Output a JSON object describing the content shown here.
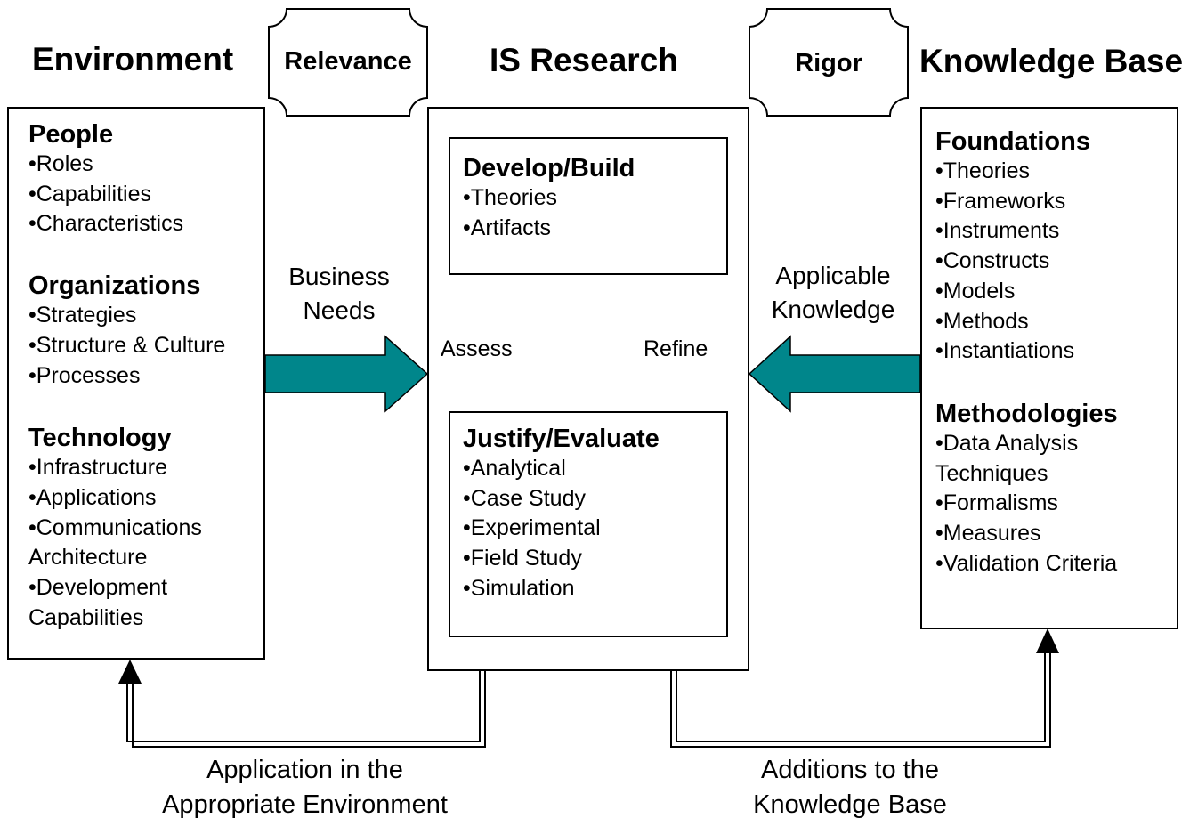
{
  "headers": {
    "environment": "Environment",
    "is_research": "IS Research",
    "knowledge_base": "Knowledge Base"
  },
  "tags": {
    "relevance": "Relevance",
    "rigor": "Rigor"
  },
  "environment_box": {
    "sections": [
      {
        "title": "People",
        "items": [
          "•Roles",
          "•Capabilities",
          "•Characteristics"
        ]
      },
      {
        "title": "Organizations",
        "items": [
          "•Strategies",
          "•Structure & Culture",
          "•Processes"
        ]
      },
      {
        "title": "Technology",
        "items": [
          "•Infrastructure",
          "•Applications",
          "•Communications Architecture",
          "•Development Capabilities"
        ]
      }
    ]
  },
  "develop_box": {
    "title": "Develop/Build",
    "items": [
      "•Theories",
      "•Artifacts"
    ]
  },
  "justify_box": {
    "title": "Justify/Evaluate",
    "items": [
      "•Analytical",
      "•Case Study",
      "•Experimental",
      "•Field Study",
      "•Simulation"
    ]
  },
  "knowledge_box": {
    "sections": [
      {
        "title": "Foundations",
        "items": [
          "•Theories",
          "•Frameworks",
          "•Instruments",
          "•Constructs",
          "•Models",
          "•Methods",
          "•Instantiations"
        ]
      },
      {
        "title": "Methodologies",
        "items": [
          "•Data Analysis Techniques",
          "•Formalisms",
          "•Measures",
          "•Validation Criteria"
        ]
      }
    ]
  },
  "labels": {
    "business_needs": [
      "Business",
      "Needs"
    ],
    "applicable_knowledge": [
      "Applicable",
      "Knowledge"
    ],
    "assess": "Assess",
    "refine": "Refine",
    "application": [
      "Application in the",
      "Appropriate Environment"
    ],
    "additions": [
      "Additions to the",
      "Knowledge Base"
    ]
  },
  "colors": {
    "flow_arrow_fill": "#00868B",
    "line": "#000000"
  }
}
